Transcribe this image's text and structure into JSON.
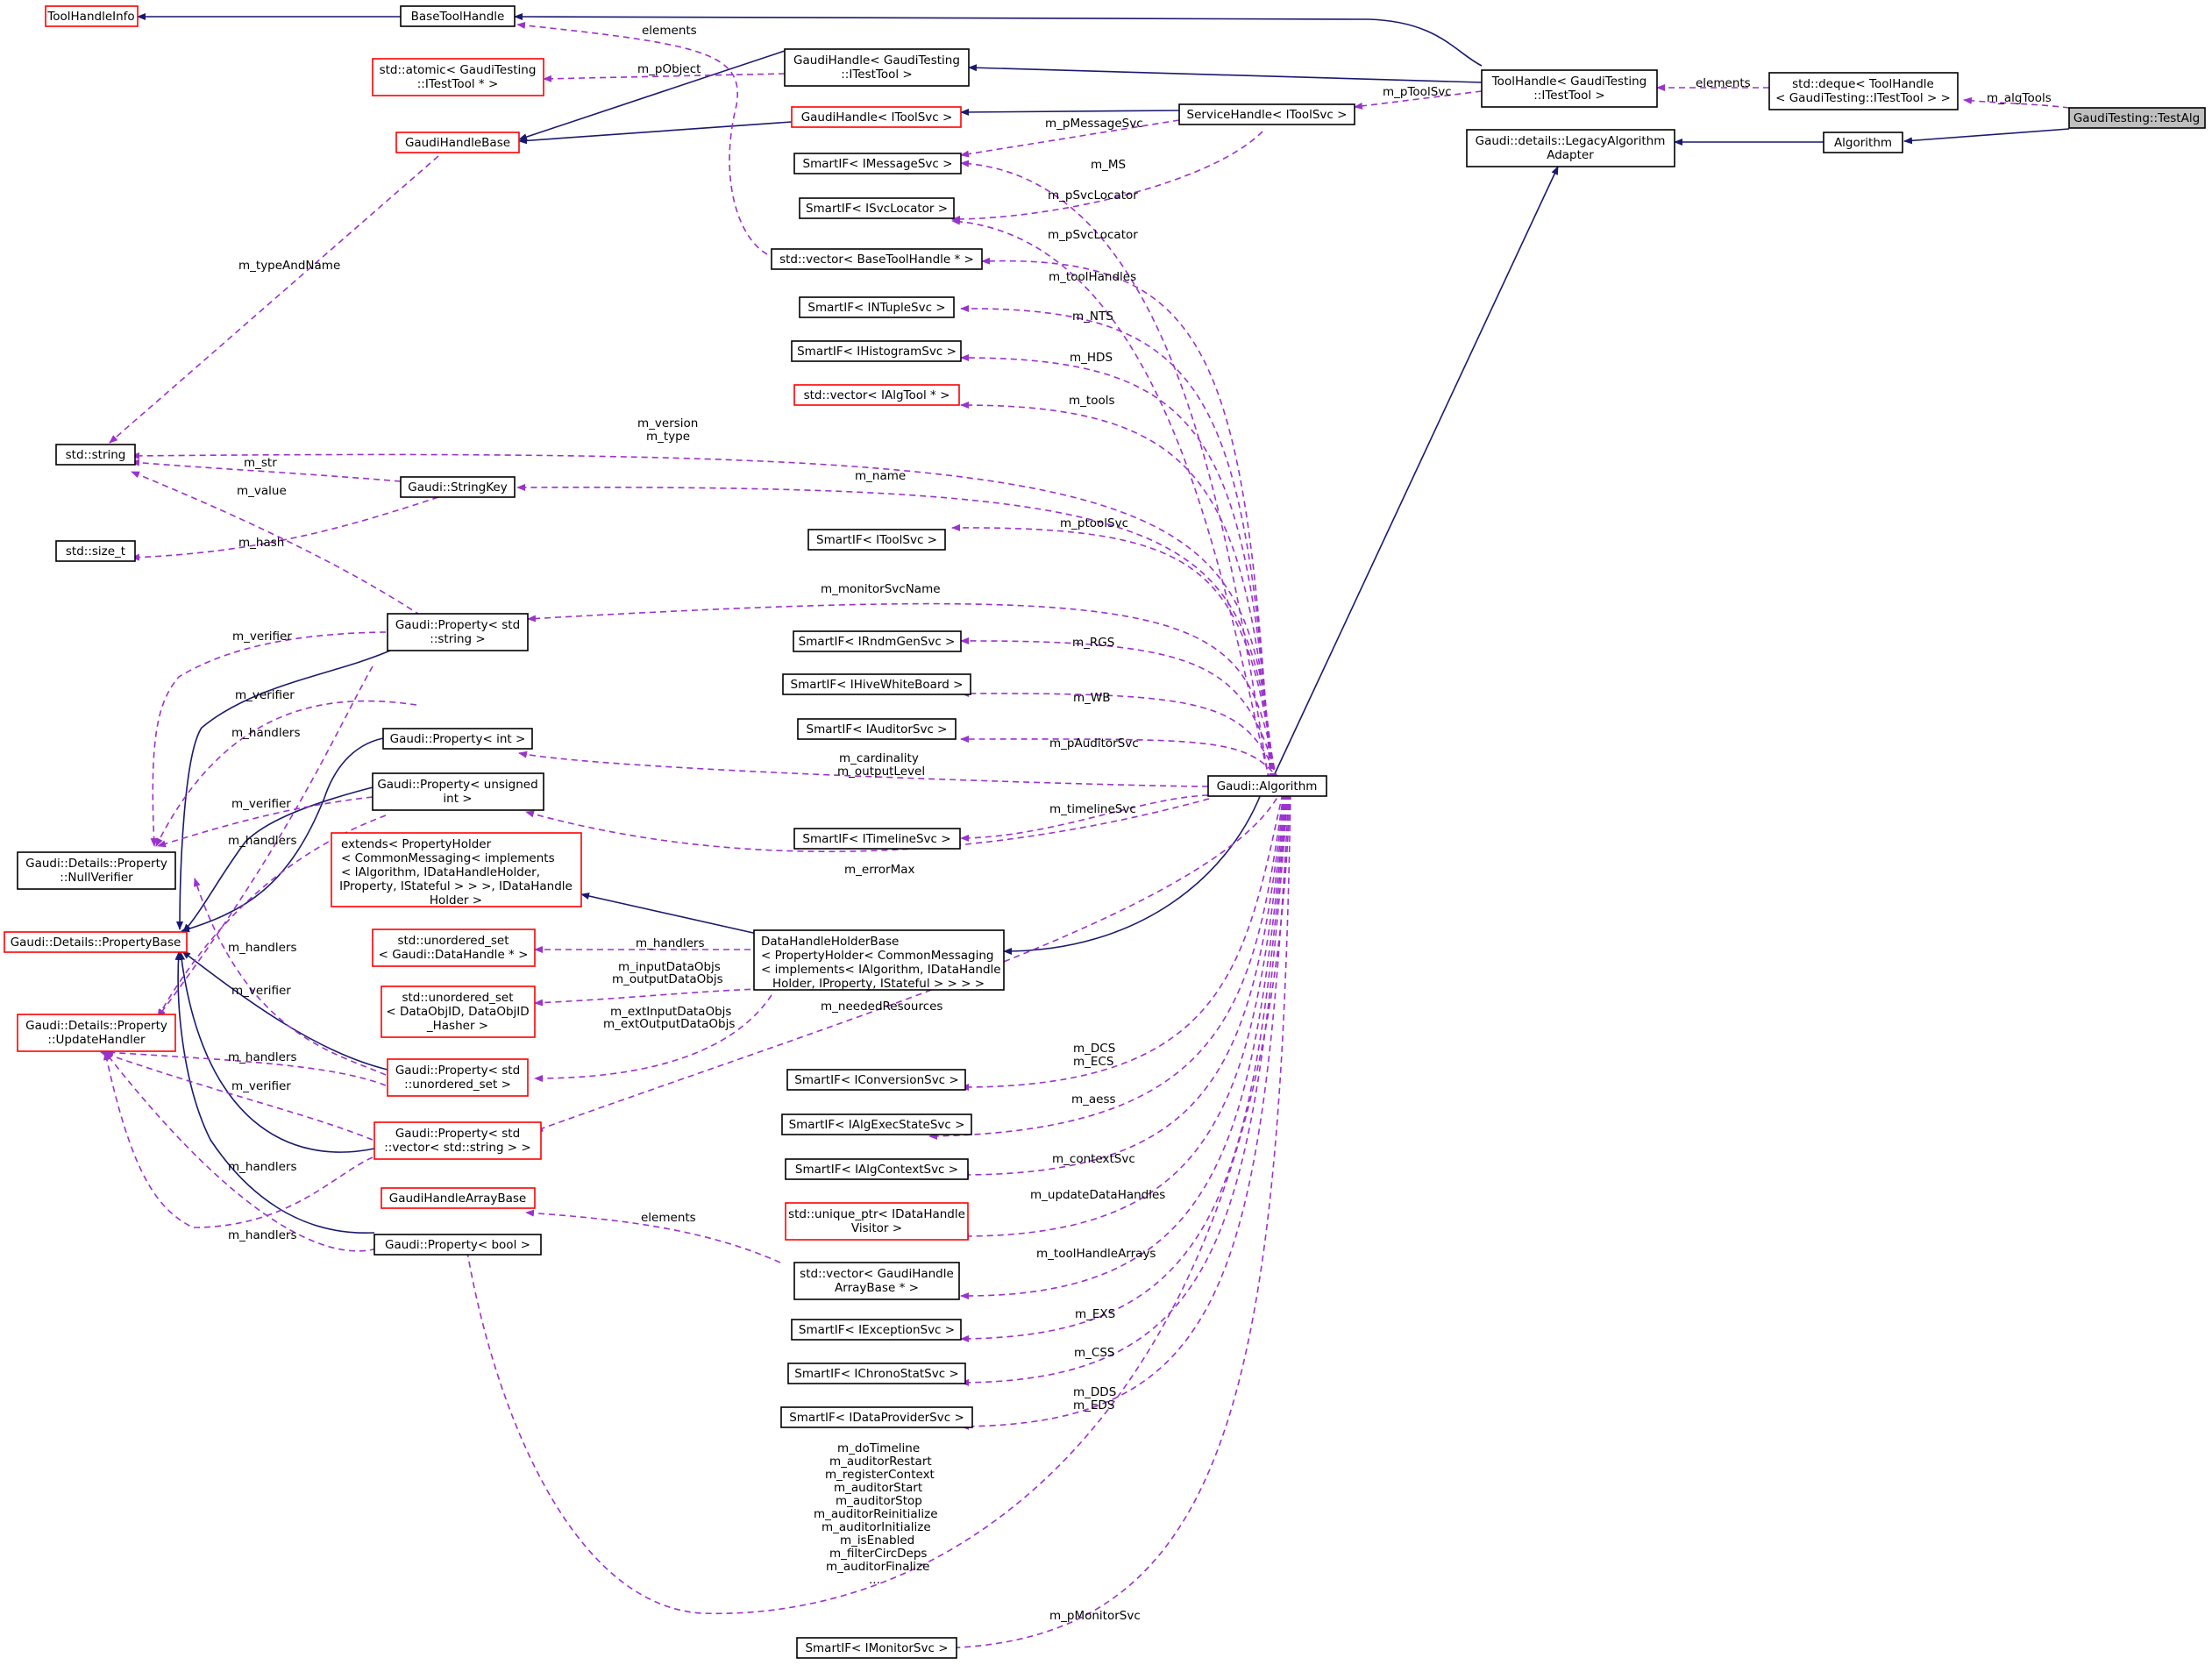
{
  "nodes": {
    "toolhandleinfo": "ToolHandleInfo",
    "basetoolhandle": "BaseToolHandle",
    "atomic_itesttool": [
      "std::atomic< GaudiTesting",
      "::ITestTool * >"
    ],
    "gaudihandlebase": "GaudiHandleBase",
    "gaudihandle_itesttool": [
      "GaudiHandle< GaudiTesting",
      "::ITestTool >"
    ],
    "gaudihandle_itoolsvc": "GaudiHandle< IToolSvc >",
    "smartif_imessagesvc": "SmartIF< IMessageSvc >",
    "smartif_isvclocator": "SmartIF< ISvcLocator >",
    "vector_basetoolhandle": "std::vector< BaseToolHandle * >",
    "smartif_intuplesvc": "SmartIF< INTupleSvc >",
    "smartif_ihistogramsvc": "SmartIF< IHistogramSvc >",
    "vector_ialgtool": "std::vector< IAlgTool * >",
    "std_string": "std::string",
    "gaudi_stringkey": "Gaudi::StringKey",
    "std_size_t": "std::size_t",
    "smartif_itoolsvc": "SmartIF< IToolSvc >",
    "property_string": [
      "Gaudi::Property< std",
      "::string >"
    ],
    "smartif_irndmgensvc": "SmartIF< IRndmGenSvc >",
    "smartif_ihivewhiteboard": "SmartIF< IHiveWhiteBoard >",
    "smartif_iauditorsvc": "SmartIF< IAuditorSvc >",
    "property_int": "Gaudi::Property< int >",
    "property_unsigned": [
      "Gaudi::Property< unsigned",
      "int >"
    ],
    "nullverifier": [
      "Gaudi::Details::Property",
      "::NullVerifier"
    ],
    "smartif_itimelinesvc": "SmartIF< ITimelineSvc >",
    "extends_holder": [
      "extends< PropertyHolder",
      "< CommonMessaging< implements",
      "< IAlgorithm, IDataHandleHolder,",
      "IProperty, IStateful > > >, IDataHandle",
      "Holder >"
    ],
    "propertybase": "Gaudi::Details::PropertyBase",
    "unordered_set_datahandle": [
      "std::unordered_set",
      "< Gaudi::DataHandle * >"
    ],
    "datahandleholderbase": [
      "DataHandleHolderBase",
      "< PropertyHolder< CommonMessaging",
      "< implements< IAlgorithm, IDataHandle",
      "Holder, IProperty, IStateful > > > >"
    ],
    "unordered_set_dataobjid": [
      "std::unordered_set",
      "< DataObjID, DataObjID",
      "_Hasher >"
    ],
    "updatehandler": [
      "Gaudi::Details::Property",
      "::UpdateHandler"
    ],
    "property_unordered_set": [
      "Gaudi::Property< std",
      "::unordered_set >"
    ],
    "smartif_iconversionsvc": "SmartIF< IConversionSvc >",
    "smartif_ialgexecstatesvc": "SmartIF< IAlgExecStateSvc >",
    "property_vector_string": [
      "Gaudi::Property< std",
      "::vector< std::string > >"
    ],
    "smartif_ialgcontextsvc": "SmartIF< IAlgContextSvc >",
    "gaudihandlearraybase": "GaudiHandleArrayBase",
    "unique_ptr_visitor": [
      "std::unique_ptr< IDataHandle",
      "Visitor >"
    ],
    "property_bool": "Gaudi::Property< bool >",
    "vector_gaudihandlearraybase": [
      "std::vector< GaudiHandle",
      "ArrayBase * >"
    ],
    "smartif_iexceptionsvc": "SmartIF< IExceptionSvc >",
    "smartif_ichronostatsvc": "SmartIF< IChronoStatSvc >",
    "smartif_idataprovidersvc": "SmartIF< IDataProviderSvc >",
    "smartif_imonitorsvc": "SmartIF< IMonitorSvc >",
    "servicehandle_itoolsvc": "ServiceHandle< IToolSvc >",
    "toolhandle_itesttool": [
      "ToolHandle< GaudiTesting",
      "::ITestTool >"
    ],
    "legacyalgorithmadapter": [
      "Gaudi::details::LegacyAlgorithm",
      "Adapter"
    ],
    "gaudi_algorithm": "Gaudi::Algorithm",
    "deque_toolhandle": [
      "std::deque< ToolHandle",
      "< GaudiTesting::ITestTool > >"
    ],
    "algorithm": "Algorithm",
    "testalg": "GaudiTesting::TestAlg"
  },
  "edge_labels": {
    "elements_top": "elements",
    "m_pobject": "m_pObject",
    "m_ptoolsvc": "m_pToolSvc",
    "elements_deque": "elements",
    "m_algtools": "m_algTools",
    "m_pmessagesvc": "m_pMessageSvc",
    "m_ms": "m_MS",
    "m_psvclocator_1": "m_pSvcLocator",
    "m_psvclocator_2": "m_pSvcLocator",
    "m_typeandname": "m_typeAndName",
    "m_toolhandles": "m_toolHandles",
    "m_nts": "m_NTS",
    "m_hds": "m_HDS",
    "m_tools": "m_tools",
    "m_version_type": [
      "m_version",
      "m_type"
    ],
    "m_str": "m_str",
    "m_name": "m_name",
    "m_value": "m_value",
    "m_hash": "m_hash",
    "m_ptoolsvc_alg": "m_ptoolSvc",
    "m_monitorsvcname": "m_monitorSvcName",
    "m_verifier_1": "m_verifier",
    "m_rgs": "m_RGS",
    "m_verifier_2": "m_verifier",
    "m_wb": "m_WB",
    "m_handlers_1": "m_handlers",
    "m_pauditorsvc": "m_pAuditorSvc",
    "m_cardinality": [
      "m_cardinality",
      "m_outputLevel"
    ],
    "m_verifier_3": "m_verifier",
    "m_timelinesvc": "m_timelineSvc",
    "m_handlers_2": "m_handlers",
    "m_errormax": "m_errorMax",
    "m_handlers_ds": "m_handlers",
    "m_handlers_3": "m_handlers",
    "m_inputdataobjs": [
      "m_inputDataObjs",
      "m_outputDataObjs"
    ],
    "m_verifier_4": "m_verifier",
    "m_neededresources": "m_neededResources",
    "m_extinputdataobjs": [
      "m_extInputDataObjs",
      "m_extOutputDataObjs"
    ],
    "m_handlers_4": "m_handlers",
    "m_dcs_ecs": [
      "m_DCS",
      "m_ECS"
    ],
    "m_verifier_5": "m_verifier",
    "m_aess": "m_aess",
    "m_contextsvc": "m_contextSvc",
    "m_handlers_5": "m_handlers",
    "m_updatedatahandles": "m_updateDataHandles",
    "elements_array": "elements",
    "m_handlers_6": "m_handlers",
    "m_toolhandlearrays": "m_toolHandleArrays",
    "m_exs": "m_EXS",
    "m_css": "m_CSS",
    "m_dds_eds": [
      "m_DDS",
      "m_EDS"
    ],
    "m_bools": [
      "m_doTimeline",
      "m_auditorRestart",
      "m_registerContext",
      "m_auditorStart",
      "m_auditorStop",
      "m_auditorReinitialize",
      "m_auditorInitialize",
      "m_isEnabled",
      "m_filterCircDeps",
      "m_auditorFinalize",
      "..."
    ],
    "m_pmonitorsvc": "m_pMonitorSvc"
  },
  "colors": {
    "inheritance": "#191970",
    "usage": "#9a32cd",
    "node_border": "#000000",
    "undocumented_border": "#ff0000",
    "highlight_fill": "#bfbfbf"
  }
}
